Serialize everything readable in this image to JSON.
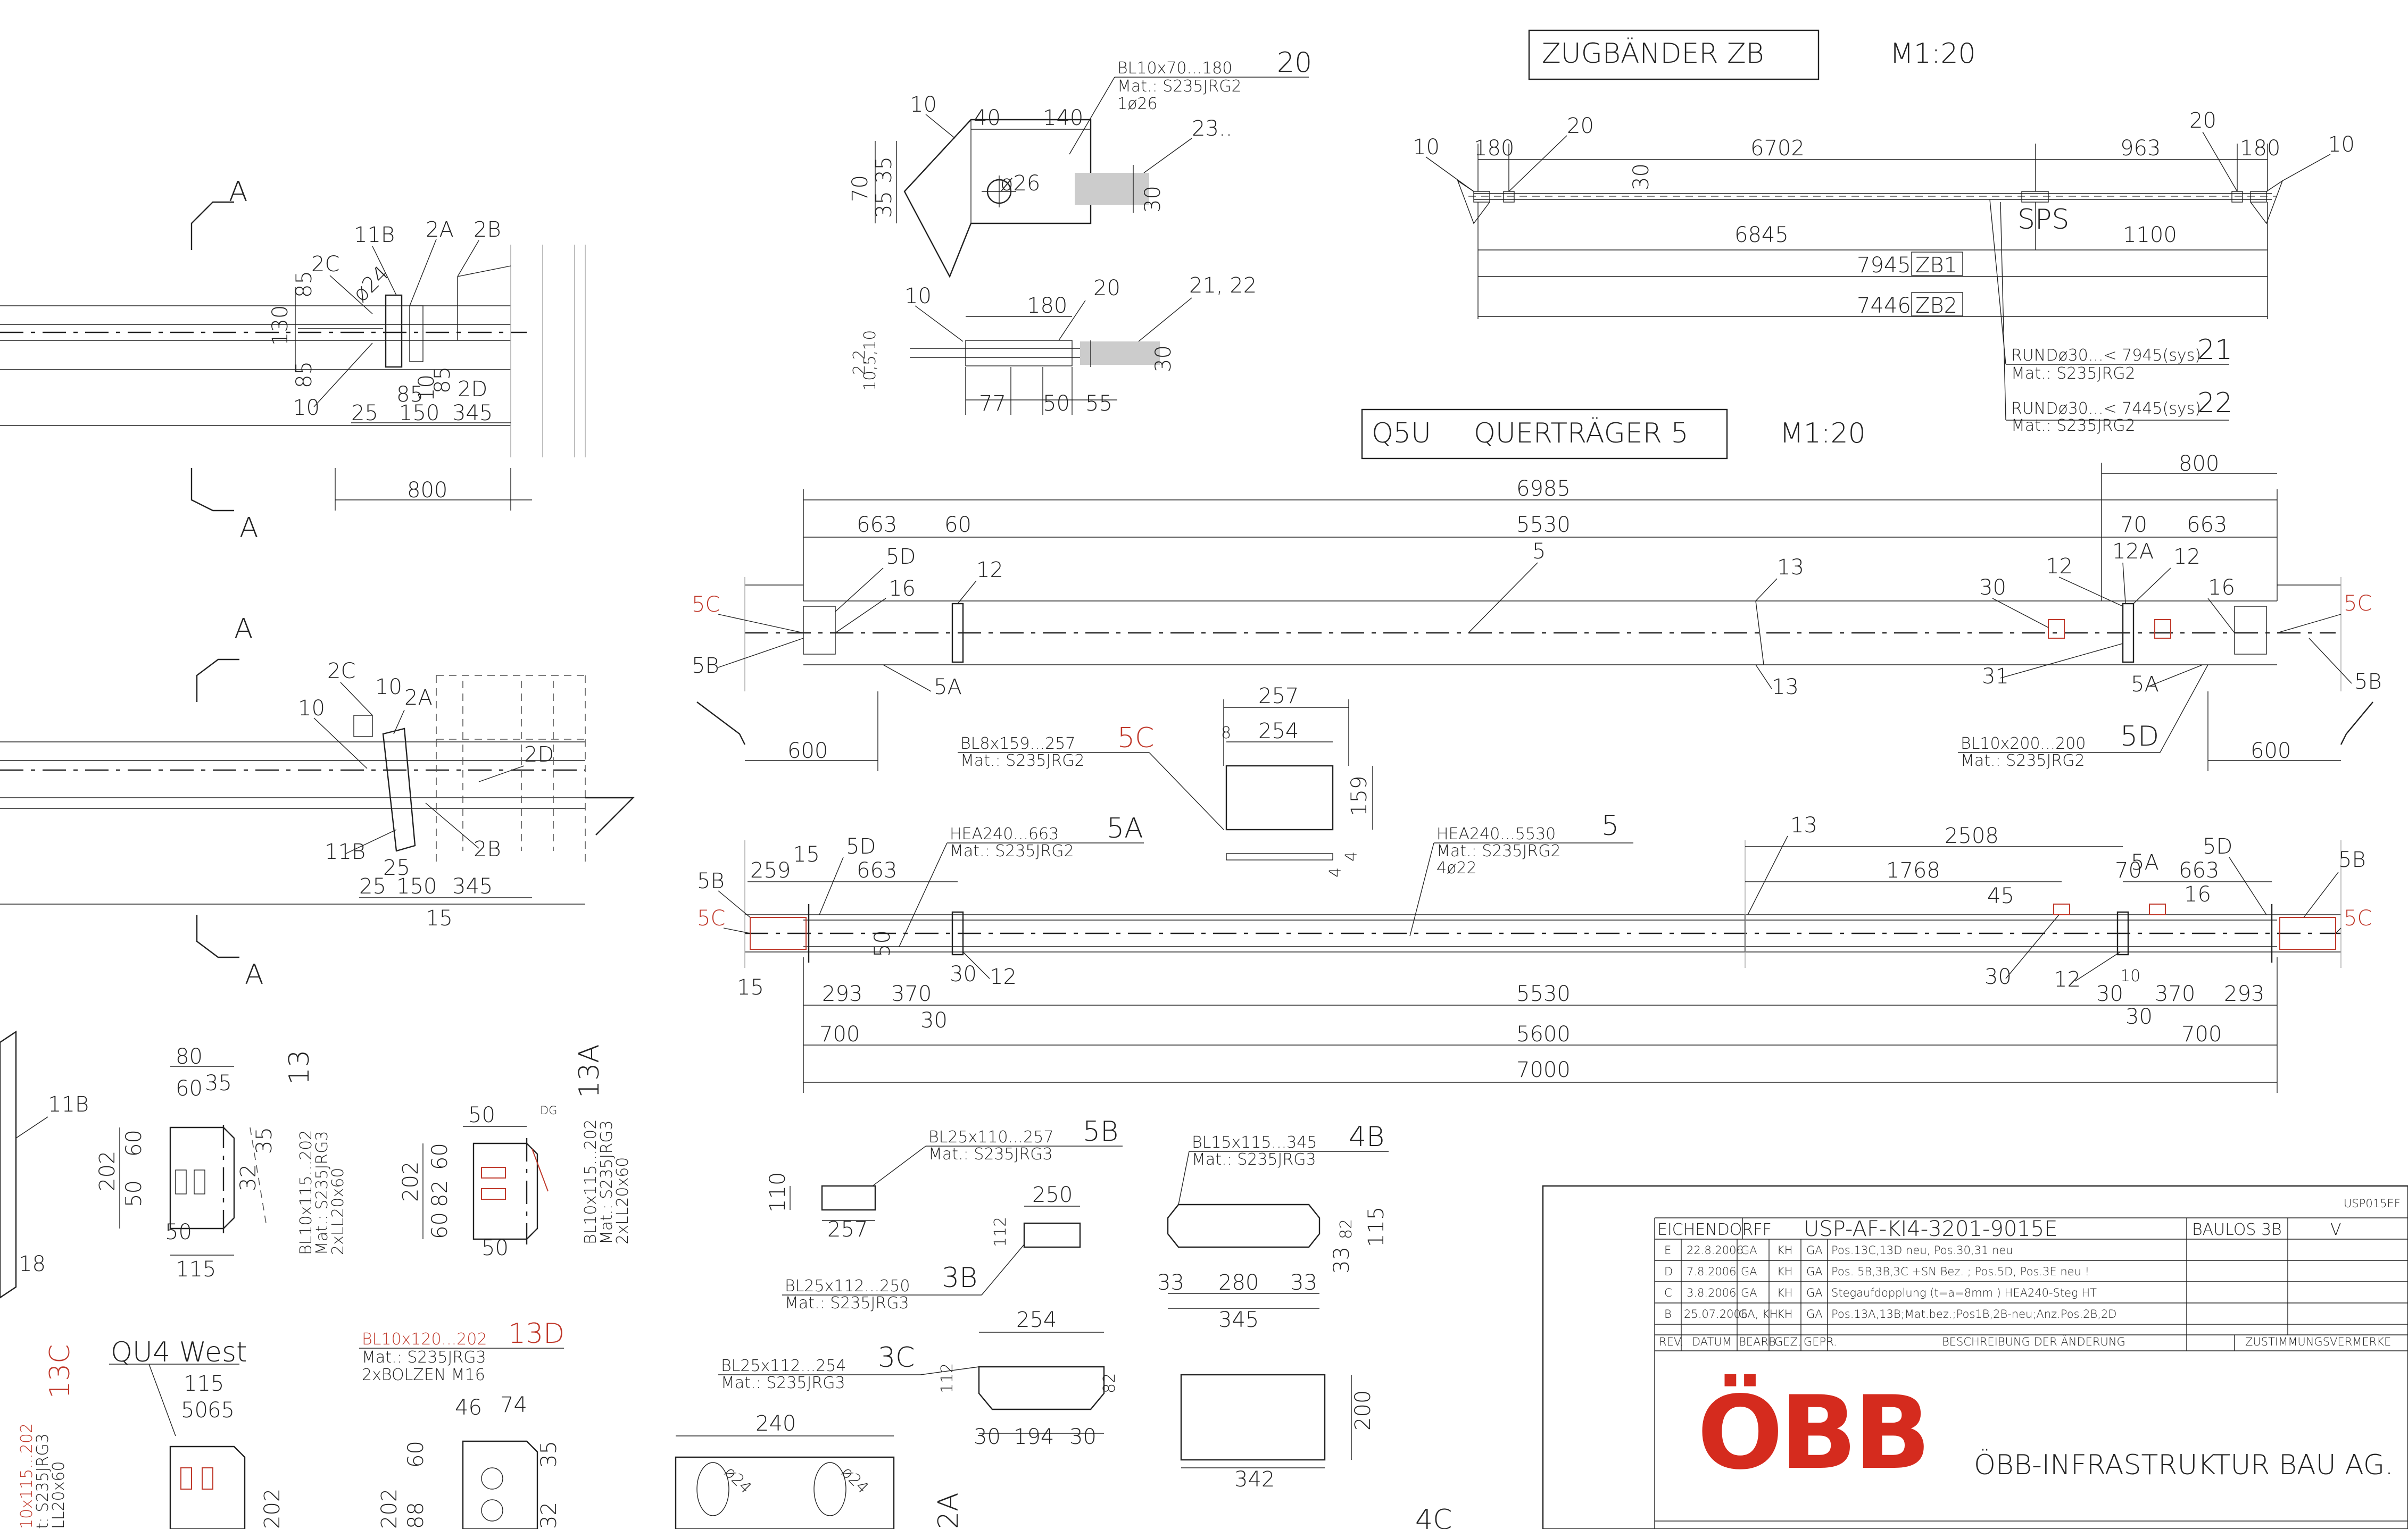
{
  "sections": {
    "zb_title": "ZUGBÄNDER ZB",
    "zb_scale": "M1:20",
    "q5u_code": "Q5U",
    "q5u_title": "QUERTRÄGER 5",
    "q5u_scale": "M1:20"
  },
  "section_marks": {
    "a": "A"
  },
  "plate20": {
    "pos": "20",
    "spec": "BL10x70...180",
    "mat": "Mat.: S235JRG2",
    "hole": "1ø26",
    "d1": "40",
    "d2": "140",
    "d3": "70",
    "d4": "35",
    "d5": "35",
    "d6": "ø26",
    "d7": "30",
    "l10": "10",
    "l23": "23..",
    "side_l10": "10",
    "side_20": "20",
    "side_2122": "21, 22",
    "side_180": "180",
    "side_77": "77",
    "side_50": "50",
    "side_55": "55",
    "side_30": "30",
    "side_left": "10,5,10",
    "side_left2": "2,2"
  },
  "tiebar": {
    "l10a": "10",
    "l180a": "180",
    "l20a": "20",
    "l6702": "6702",
    "l963": "963",
    "l20b": "20",
    "l180b": "180",
    "l10b": "10",
    "l30": "30",
    "sps": "SPS",
    "l6845": "6845",
    "l1100": "1100",
    "l7945": "7945",
    "zb1": "ZB1",
    "l7446": "7446",
    "zb2": "ZB2",
    "rund21": "RUNDø30...< 7945(sys)",
    "pos21": "21",
    "mat21": "Mat.: S235JRG2",
    "rund22": "RUNDø30...< 7445(sys)",
    "pos22": "22",
    "mat22": "Mat.: S235JRG2"
  },
  "detail_top_left": {
    "l11b": "11B",
    "l2a": "2A",
    "l2b": "2B",
    "l2c": "2C",
    "l85a": "85",
    "l24": "ø24",
    "l130": "130",
    "l85b": "85",
    "l10": "10",
    "l25": "25",
    "l150": "150",
    "l345": "345",
    "l2d": "2D",
    "l85c": "85",
    "l10b": "10",
    "l85d": "85",
    "l800": "800"
  },
  "detail_mid_left": {
    "l2c": "2C",
    "l10a": "10",
    "l2a": "2A",
    "l10b": "10",
    "l2d": "2D",
    "l11b": "11B",
    "l2b": "2B",
    "l25": "25",
    "l150": "150",
    "l345": "345",
    "l15": "15",
    "l25b": "25"
  },
  "q5u_top": {
    "l6985": "6985",
    "l663a": "663",
    "l60": "60",
    "l5530": "5530",
    "l70": "70",
    "l663b": "663",
    "l800": "800",
    "l5d": "5D",
    "l16a": "16",
    "l12a": "12",
    "l5": "5",
    "l13a": "13",
    "l12b": "12",
    "l12c": "12A",
    "l12d": "12",
    "l30": "30",
    "l16b": "16",
    "l5ca": "5C",
    "l5cb": "5C",
    "l5ba": "5B",
    "l5bb": "5B",
    "l5aa": "5A",
    "l13b": "13",
    "l31": "31",
    "l5ab": "5A",
    "l600a": "600",
    "l600b": "600",
    "l5d2": "5D",
    "spec5d": "BL10x200...200",
    "mat5d": "Mat.: S235JRG2"
  },
  "plate5c": {
    "spec": "BL8x159...257",
    "pos": "5C",
    "mat": "Mat.: S235JRG2",
    "l257": "257",
    "l254": "254",
    "l159": "159",
    "l4": "4",
    "l4b": "4",
    "l8": "8"
  },
  "q5u_bottom": {
    "spec5a": "HEA240...663",
    "mat5a": "Mat.: S235JRG2",
    "pos5a": "5A",
    "spec5": "HEA240...5530",
    "mat5": "Mat.: S235JRG2",
    "holes5": "4ø22",
    "pos5": "5",
    "l5d": "5D",
    "l15": "15",
    "l259": "259",
    "l663a": "663",
    "l5b": "5B",
    "l5c": "5C",
    "l50": "50",
    "l30a": "30",
    "l12a": "12",
    "l13": "13",
    "l2508": "2508",
    "l1768": "1768",
    "l45": "45",
    "l5a2": "5A",
    "l70": "70",
    "l663b": "663",
    "l5d2": "5D",
    "l16": "16",
    "l5b2": "5B",
    "l5c2": "5C",
    "l30b": "30",
    "l12b": "12",
    "l10": "10",
    "l30c": "30",
    "l293a": "293",
    "l370a": "370",
    "l30d": "30",
    "l5530": "5530",
    "l30e": "30",
    "l370b": "370",
    "l293b": "293",
    "l700a": "700",
    "l5600": "5600",
    "l700b": "700",
    "l7000": "7000",
    "l15b": "15"
  },
  "part13": {
    "pos": "13",
    "spec": "BL10x115...202",
    "mat": "Mat.: S235JRG3",
    "weld": "2xLL20x60",
    "l80": "80",
    "l60": "60",
    "l35": "35",
    "l202": "202",
    "l50": "50",
    "l60b": "60",
    "l115": "115",
    "l32": "32",
    "l35b": "35",
    "l50b": "50"
  },
  "part13a": {
    "pos": "13A",
    "spec": "BL10x115...202",
    "mat": "Mat.: S235JRG3",
    "weld": "2xLL20x60",
    "l50": "50",
    "l202": "202",
    "l60": "60",
    "l82": "82",
    "l60b": "60",
    "l50b": "50",
    "dg": "DG"
  },
  "part11b": {
    "l11b": "11B",
    "l18": "18"
  },
  "part13c": {
    "pos": "13C",
    "qu4": "QU4 West",
    "l115": "115",
    "l50": "50",
    "l65": "65",
    "l202": "202",
    "spec": "10x115...202",
    "mat": "t: S235JRG3",
    "weld": "LL20x60"
  },
  "part13d": {
    "spec": "BL10x120...202",
    "pos": "13D",
    "mat": "Mat.: S235JRG3",
    "bolts": "2xBOLZEN M16",
    "l46": "46",
    "l74": "74",
    "l202": "202",
    "l35": "35",
    "l32": "32",
    "l88": "88",
    "l60": "60"
  },
  "part5b": {
    "spec": "BL25x110...257",
    "mat": "Mat.: S235JRG3",
    "pos": "5B",
    "l110": "110",
    "l257": "257"
  },
  "part3b": {
    "l250": "250",
    "spec": "BL25x112...250",
    "mat": "Mat.: S235JRG3",
    "pos": "3B",
    "l112": "112"
  },
  "part3c": {
    "l254": "254",
    "spec": "BL25x112...254",
    "mat": "Mat.: S235JRG3",
    "pos": "3C",
    "l112": "112",
    "l82": "82",
    "l30a": "30",
    "l194": "194",
    "l30b": "30"
  },
  "part4b": {
    "spec": "BL15x115...345",
    "mat": "Mat.: S235JRG3",
    "pos": "4B",
    "l33a": "33",
    "l280": "280",
    "l33b": "33",
    "l345": "345",
    "l82": "82",
    "l115": "115",
    "l33c": "33"
  },
  "part4c": {
    "l200": "200",
    "l342": "342",
    "pos": "4C"
  },
  "part2a": {
    "l240": "240",
    "pos": "2A",
    "l24a": "ø24",
    "l24b": "ø24"
  },
  "titleblock": {
    "code_small": "USP015EF",
    "company": "EICHENDORFF",
    "drawing_no": "USP-AF-KI4-3201-9015E",
    "baulos": "BAULOS 3B",
    "rev_current": "V",
    "rows": [
      {
        "rev": "E",
        "date": "22.8.2006",
        "bearb": "GA",
        "gez": "KH",
        "gepr": "GA",
        "desc": "Pos.13C,13D neu, Pos.30,31 neu"
      },
      {
        "rev": "D",
        "date": "7.8.2006",
        "bearb": "GA",
        "gez": "KH",
        "gepr": "GA",
        "desc": "Pos. 5B,3B,3C +SN Bez. ; Pos.5D, Pos.3E neu !"
      },
      {
        "rev": "C",
        "date": "3.8.2006",
        "bearb": "GA",
        "gez": "KH",
        "gepr": "GA",
        "desc": "Stegaufdopplung (t=a=8mm )  HEA240-Steg HT"
      },
      {
        "rev": "B",
        "date": "25.07.2006",
        "bearb": "GA, KH",
        "gez": "KH",
        "gepr": "GA",
        "desc": "Pos.13A,13B;Mat.bez.;Pos1B,2B-neu;Anz.Pos.2B,2D"
      }
    ],
    "hdr_rev": "REV.",
    "hdr_datum": "DATUM",
    "hdr_bearb": "BEARB.",
    "hdr_gez": "GEZ.",
    "hdr_gepr": "GEPR.",
    "hdr_desc": "BESCHREIBUNG DER ÄNDERUNG",
    "hdr_zust": "ZUSTIMMUNGSVERMERKE",
    "logo": "ÖBB",
    "org": "ÖBB-INFRASTRUKTUR BAU AG."
  },
  "colors": {
    "line": "#222222",
    "red": "#c0392b",
    "grey": "#aaaaaa"
  }
}
